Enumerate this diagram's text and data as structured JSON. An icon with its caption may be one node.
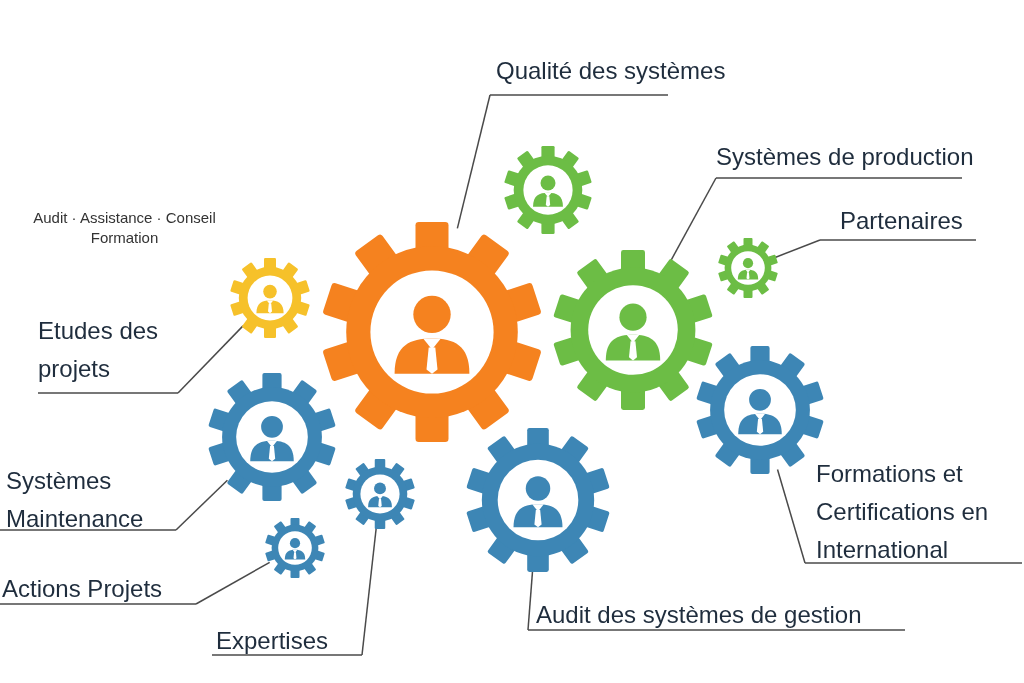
{
  "diagram": {
    "nodes": [
      {
        "text": [
          "Qualité des systèmes"
        ]
      },
      {
        "text": [
          "Systèmes de production"
        ]
      },
      {
        "text": [
          "Partenaires"
        ]
      },
      {
        "text": [
          "Etudes des projets"
        ]
      },
      {
        "text": [
          "Systèmes Maintenance"
        ]
      },
      {
        "text": [
          "Actions Projets"
        ]
      },
      {
        "text": [
          "Expertises"
        ]
      },
      {
        "text": [
          "Audit des systèmes de gestion"
        ]
      },
      {
        "text": [
          "Formations et Certifications en International"
        ]
      },
      {
        "text": [],
        "shape": "gear"
      },
      {
        "text": [],
        "shape": "gear"
      },
      {
        "text": [],
        "shape": "gear"
      },
      {
        "text": [],
        "shape": "gear"
      },
      {
        "text": [],
        "shape": "gear"
      },
      {
        "text": [],
        "shape": "gear"
      },
      {
        "text": [],
        "shape": "gear"
      },
      {
        "text": [],
        "shape": "gear"
      },
      {
        "text": [],
        "shape": "gear"
      },
      {
        "text": [],
        "shape": "gear"
      }
    ],
    "edges": [
      {
        "from": 0,
        "to": 9,
        "arrow": "none"
      },
      {
        "from": 1,
        "to": 11,
        "arrow": "none"
      },
      {
        "from": 2,
        "to": 12,
        "arrow": "none"
      },
      {
        "from": 3,
        "to": 13,
        "arrow": "none"
      },
      {
        "from": 4,
        "to": 14,
        "arrow": "none"
      },
      {
        "from": 5,
        "to": 16,
        "arrow": "none"
      },
      {
        "from": 6,
        "to": 15,
        "arrow": "none"
      },
      {
        "from": 7,
        "to": 17,
        "arrow": "none"
      },
      {
        "from": 8,
        "to": 18,
        "arrow": "none"
      }
    ],
    "labels": [
      "Audit · Assistance · Conseil Formation"
    ]
  }
}
